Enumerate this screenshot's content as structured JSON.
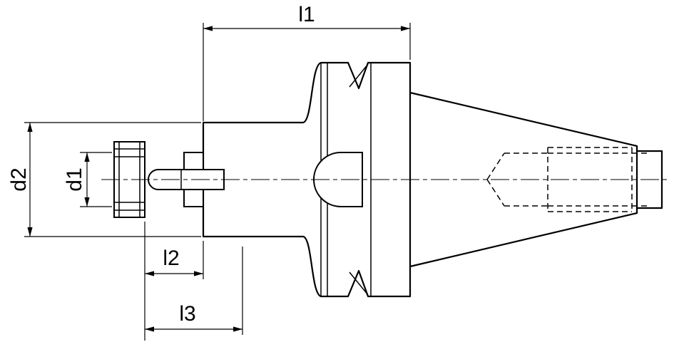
{
  "drawing": {
    "type": "technical-dimension-drawing",
    "subject": "shell-mill-arbor-tool-holder",
    "labels": {
      "l1": "l1",
      "l2": "l2",
      "l3": "l3",
      "d1": "d1",
      "d2": "d2"
    }
  },
  "colors": {
    "line": "#000000",
    "background": "#ffffff"
  }
}
